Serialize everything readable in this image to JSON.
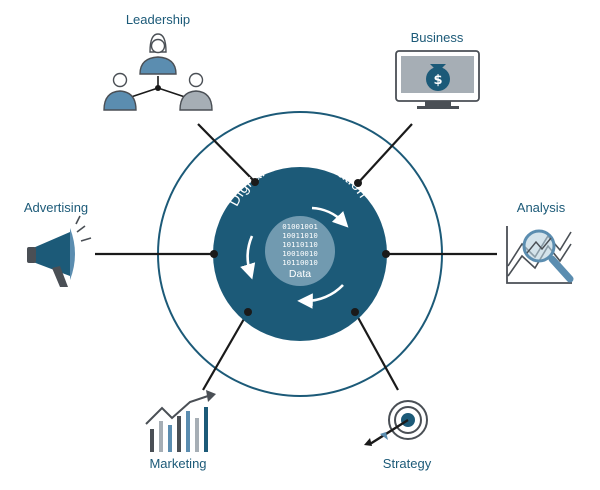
{
  "center": {
    "title": "Digital Transformation",
    "binary_lines": [
      "01001001",
      "10011010",
      "10110110",
      "10010010",
      "10110010"
    ],
    "core_label": "Data"
  },
  "nodes": {
    "leadership": {
      "label": "Leadership",
      "icon": "people-network-icon"
    },
    "business": {
      "label": "Business",
      "icon": "monitor-money-bag-icon"
    },
    "advertising": {
      "label": "Advertising",
      "icon": "megaphone-icon"
    },
    "analysis": {
      "label": "Analysis",
      "icon": "magnifier-chart-icon"
    },
    "marketing": {
      "label": "Marketing",
      "icon": "bar-chart-arrow-icon"
    },
    "strategy": {
      "label": "Strategy",
      "icon": "target-dart-icon"
    }
  },
  "colors": {
    "primary": "#1c5a78",
    "core": "#b8d0de",
    "icon_blue": "#5b8db0",
    "icon_gray": "#a6aeb5",
    "line": "#1a1a1a"
  }
}
